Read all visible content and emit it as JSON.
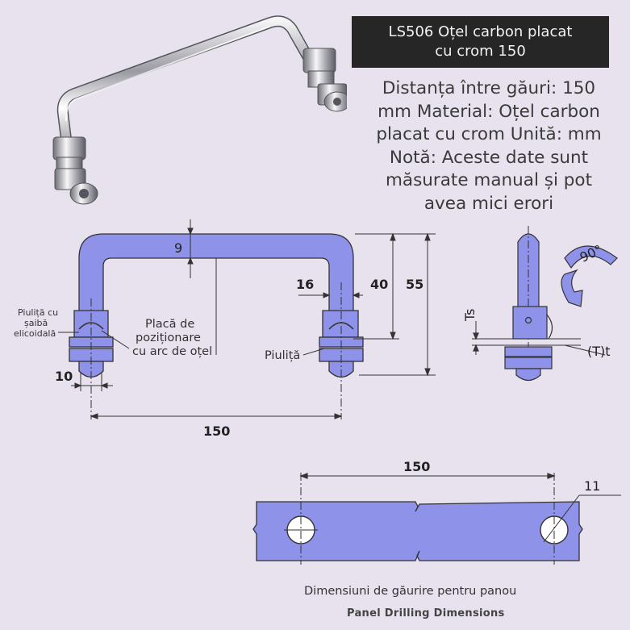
{
  "header": {
    "title_line1": "LS506 Oțel carbon placat",
    "title_line2": "cu crom 150"
  },
  "specs": {
    "line1": "Distanța între găuri: 150",
    "line2": "mm Material: Oțel carbon",
    "line3": "placat cu crom Unită: mm",
    "line4": "Notă: Aceste date sunt",
    "line5": "măsurate manual și pot",
    "line6": "avea mici erori"
  },
  "drawing": {
    "dim_9": "9",
    "dim_16": "16",
    "dim_40": "40",
    "dim_55": "55",
    "dim_10": "10",
    "dim_150": "150",
    "label_nut_washer_1": "Piuliță cu",
    "label_nut_washer_2": "șaibă",
    "label_nut_washer_3": "elicoidală",
    "label_plate_1": "Placă de",
    "label_plate_2": "poziționare",
    "label_plate_3": "cu arc de oțel",
    "label_nut": "Piuliță",
    "side_ts": "Ts",
    "side_angle": "90°",
    "side_t": "(T)t"
  },
  "panel": {
    "dim_150": "150",
    "dim_11": "11",
    "caption_ro": "Dimensiuni de găurire pentru panou",
    "caption_en": "Panel Drilling Dimensions"
  },
  "colors": {
    "part_fill": "#8e92e8",
    "line": "#333333",
    "title_bg": "#262626"
  }
}
